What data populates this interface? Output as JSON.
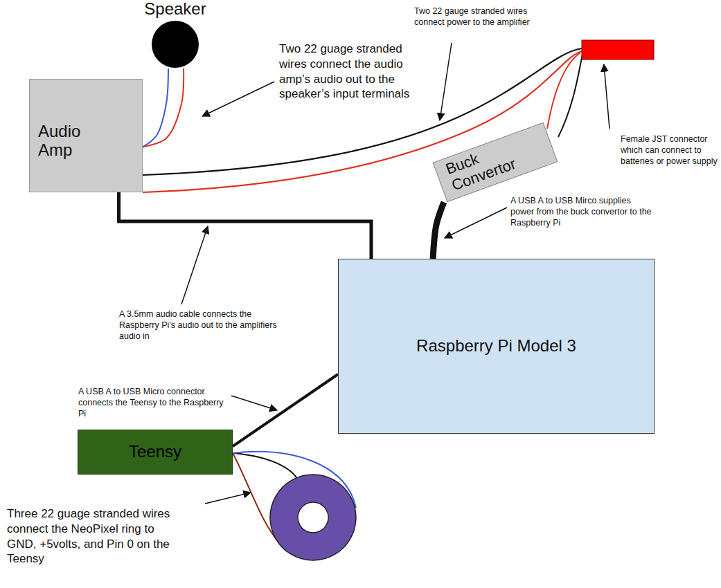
{
  "diagram": {
    "nodes": [
      {
        "text": [
          "Speaker"
        ]
      },
      {
        "text": [
          "Audio Amp"
        ]
      },
      {
        "text": [
          "Buck Convertor"
        ]
      },
      {
        "text": [
          "Raspberry Pi Model 3"
        ]
      },
      {
        "text": [
          "Teensy"
        ]
      }
    ],
    "edges": [
      {
        "from": 0,
        "to": 1,
        "arrow": "none"
      },
      {
        "from": 1,
        "to": 3,
        "arrow": "none"
      },
      {
        "from": 2,
        "to": 3,
        "arrow": "none"
      },
      {
        "from": 3,
        "to": 4,
        "arrow": "none"
      }
    ],
    "labels": [
      "Two 22 guage stranded wires connect the audio amp’s audio out to the speaker’s input terminals",
      "Two 22 gauge stranded wires connect power to the amplifier",
      "Female JST connector which can connect to batteries or power supply",
      "A USB A to USB Mirco supplies power from the buck convertor to the Raspberry Pi",
      "A 3.5mm audio cable connects the Raspberry Pi’s audio out to the amplifiers audio in",
      "A USB A to USB Micro connector connects the Teensy to the Raspberry Pi",
      "Three 22 guage stranded wires connect the NeoPixel ring to GND, +5volts, and Pin 0 on the Teensy"
    ]
  }
}
